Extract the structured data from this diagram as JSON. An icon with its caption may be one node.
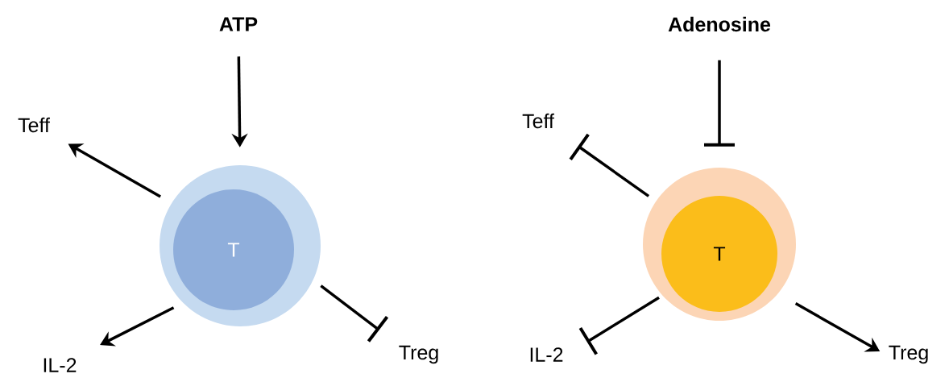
{
  "diagram": {
    "nodes": [
      {
        "text": [
          "ATP"
        ]
      },
      {
        "text": [
          "Teff"
        ]
      },
      {
        "text": [],
        "shape": "circle"
      },
      {
        "text": [
          "T"
        ],
        "in": 2
      },
      {
        "text": [
          "IL-2"
        ]
      },
      {
        "text": [
          "Treg"
        ]
      },
      {
        "text": [
          "Adenosine"
        ]
      },
      {
        "text": [
          "Teff"
        ]
      },
      {
        "text": [],
        "shape": "circle"
      },
      {
        "text": [
          "T"
        ],
        "in": 8
      },
      {
        "text": [
          "IL-2"
        ]
      },
      {
        "text": [
          "Treg"
        ]
      }
    ],
    "edges": [
      {
        "from": 0,
        "to": 2,
        "arrow": "to"
      },
      {
        "from": 2,
        "to": 1,
        "arrow": "to"
      },
      {
        "from": 2,
        "to": 4,
        "arrow": "to"
      },
      {
        "from": 2,
        "to": 5,
        "arrow": "other"
      },
      {
        "from": 6,
        "to": 8,
        "arrow": "other"
      },
      {
        "from": 8,
        "to": 7,
        "arrow": "other"
      },
      {
        "from": 8,
        "to": 10,
        "arrow": "other"
      },
      {
        "from": 8,
        "to": 11,
        "arrow": "to"
      }
    ]
  }
}
